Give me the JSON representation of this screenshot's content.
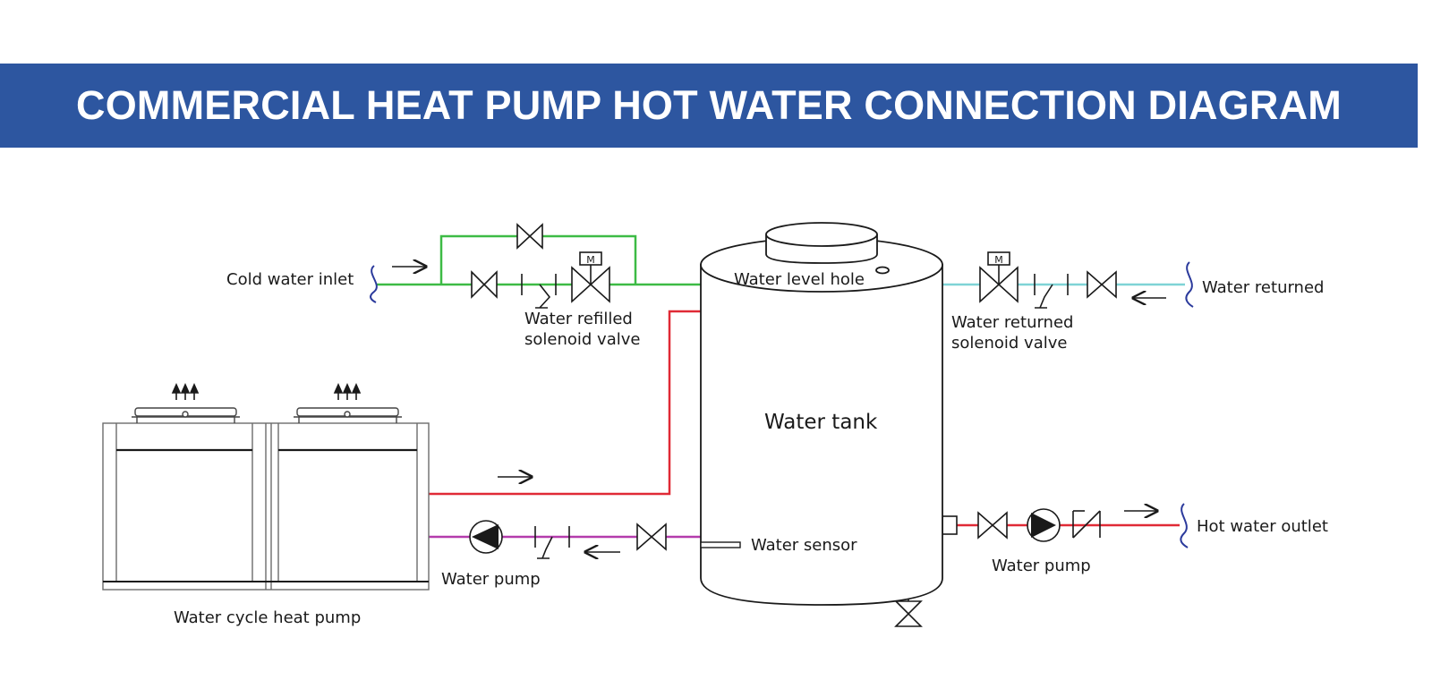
{
  "header": {
    "title": "COMMERCIAL HEAT PUMP HOT WATER CONNECTION DIAGRAM"
  },
  "labels": {
    "cold_water_inlet": "Cold water inlet",
    "water_refilled_line1": "Water refilled",
    "water_refilled_line2": "solenoid valve",
    "water_level_hole": "Water level hole",
    "water_returned_valve_line1": "Water returned",
    "water_returned_valve_line2": "solenoid valve",
    "water_returned": "Water returned",
    "water_tank": "Water tank",
    "water_sensor": "Water sensor",
    "water_pump_left": "Water pump",
    "water_pump_right": "Water pump",
    "hot_water_outlet": "Hot water outlet",
    "heat_pump": "Water cycle heat pump",
    "motor_left": "M",
    "motor_right": "M"
  },
  "colors": {
    "banner": "#2d56a0",
    "cold_line": "#3dbb45",
    "hot_line": "#e02a36",
    "return_line": "#7fd3d6",
    "cycle_line": "#b43cac"
  }
}
